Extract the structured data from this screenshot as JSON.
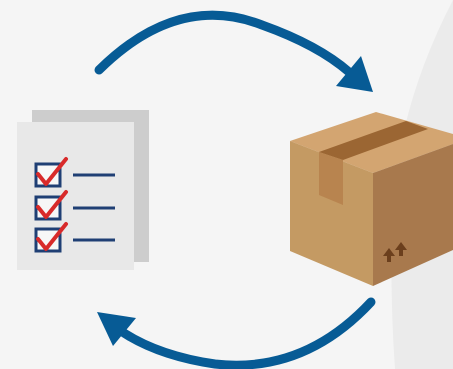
{
  "illustration": {
    "subject": "checklist-and-package-cycle",
    "icons": [
      "checklist-icon",
      "package-box-icon",
      "curved-arrow-right-icon",
      "curved-arrow-left-icon",
      "fragile-arrows-icon",
      "checkmark-icon"
    ],
    "colors": {
      "background": "#f5f5f5",
      "background_blob": "#ebebeb",
      "arrow": "#075b95",
      "paper_front": "#e8e8e8",
      "paper_back": "#cdcdcd",
      "checkbox_border": "#1f3f74",
      "checkmark": "#d82a2a",
      "box_top": "#d3a571",
      "box_left": "#c49a63",
      "box_right": "#a8794d",
      "tape": "#9b6633",
      "tape_flap": "#b8844f",
      "box_symbol": "#6b3f1d"
    },
    "checklist": {
      "items_checked": 3,
      "items_total": 3
    }
  }
}
